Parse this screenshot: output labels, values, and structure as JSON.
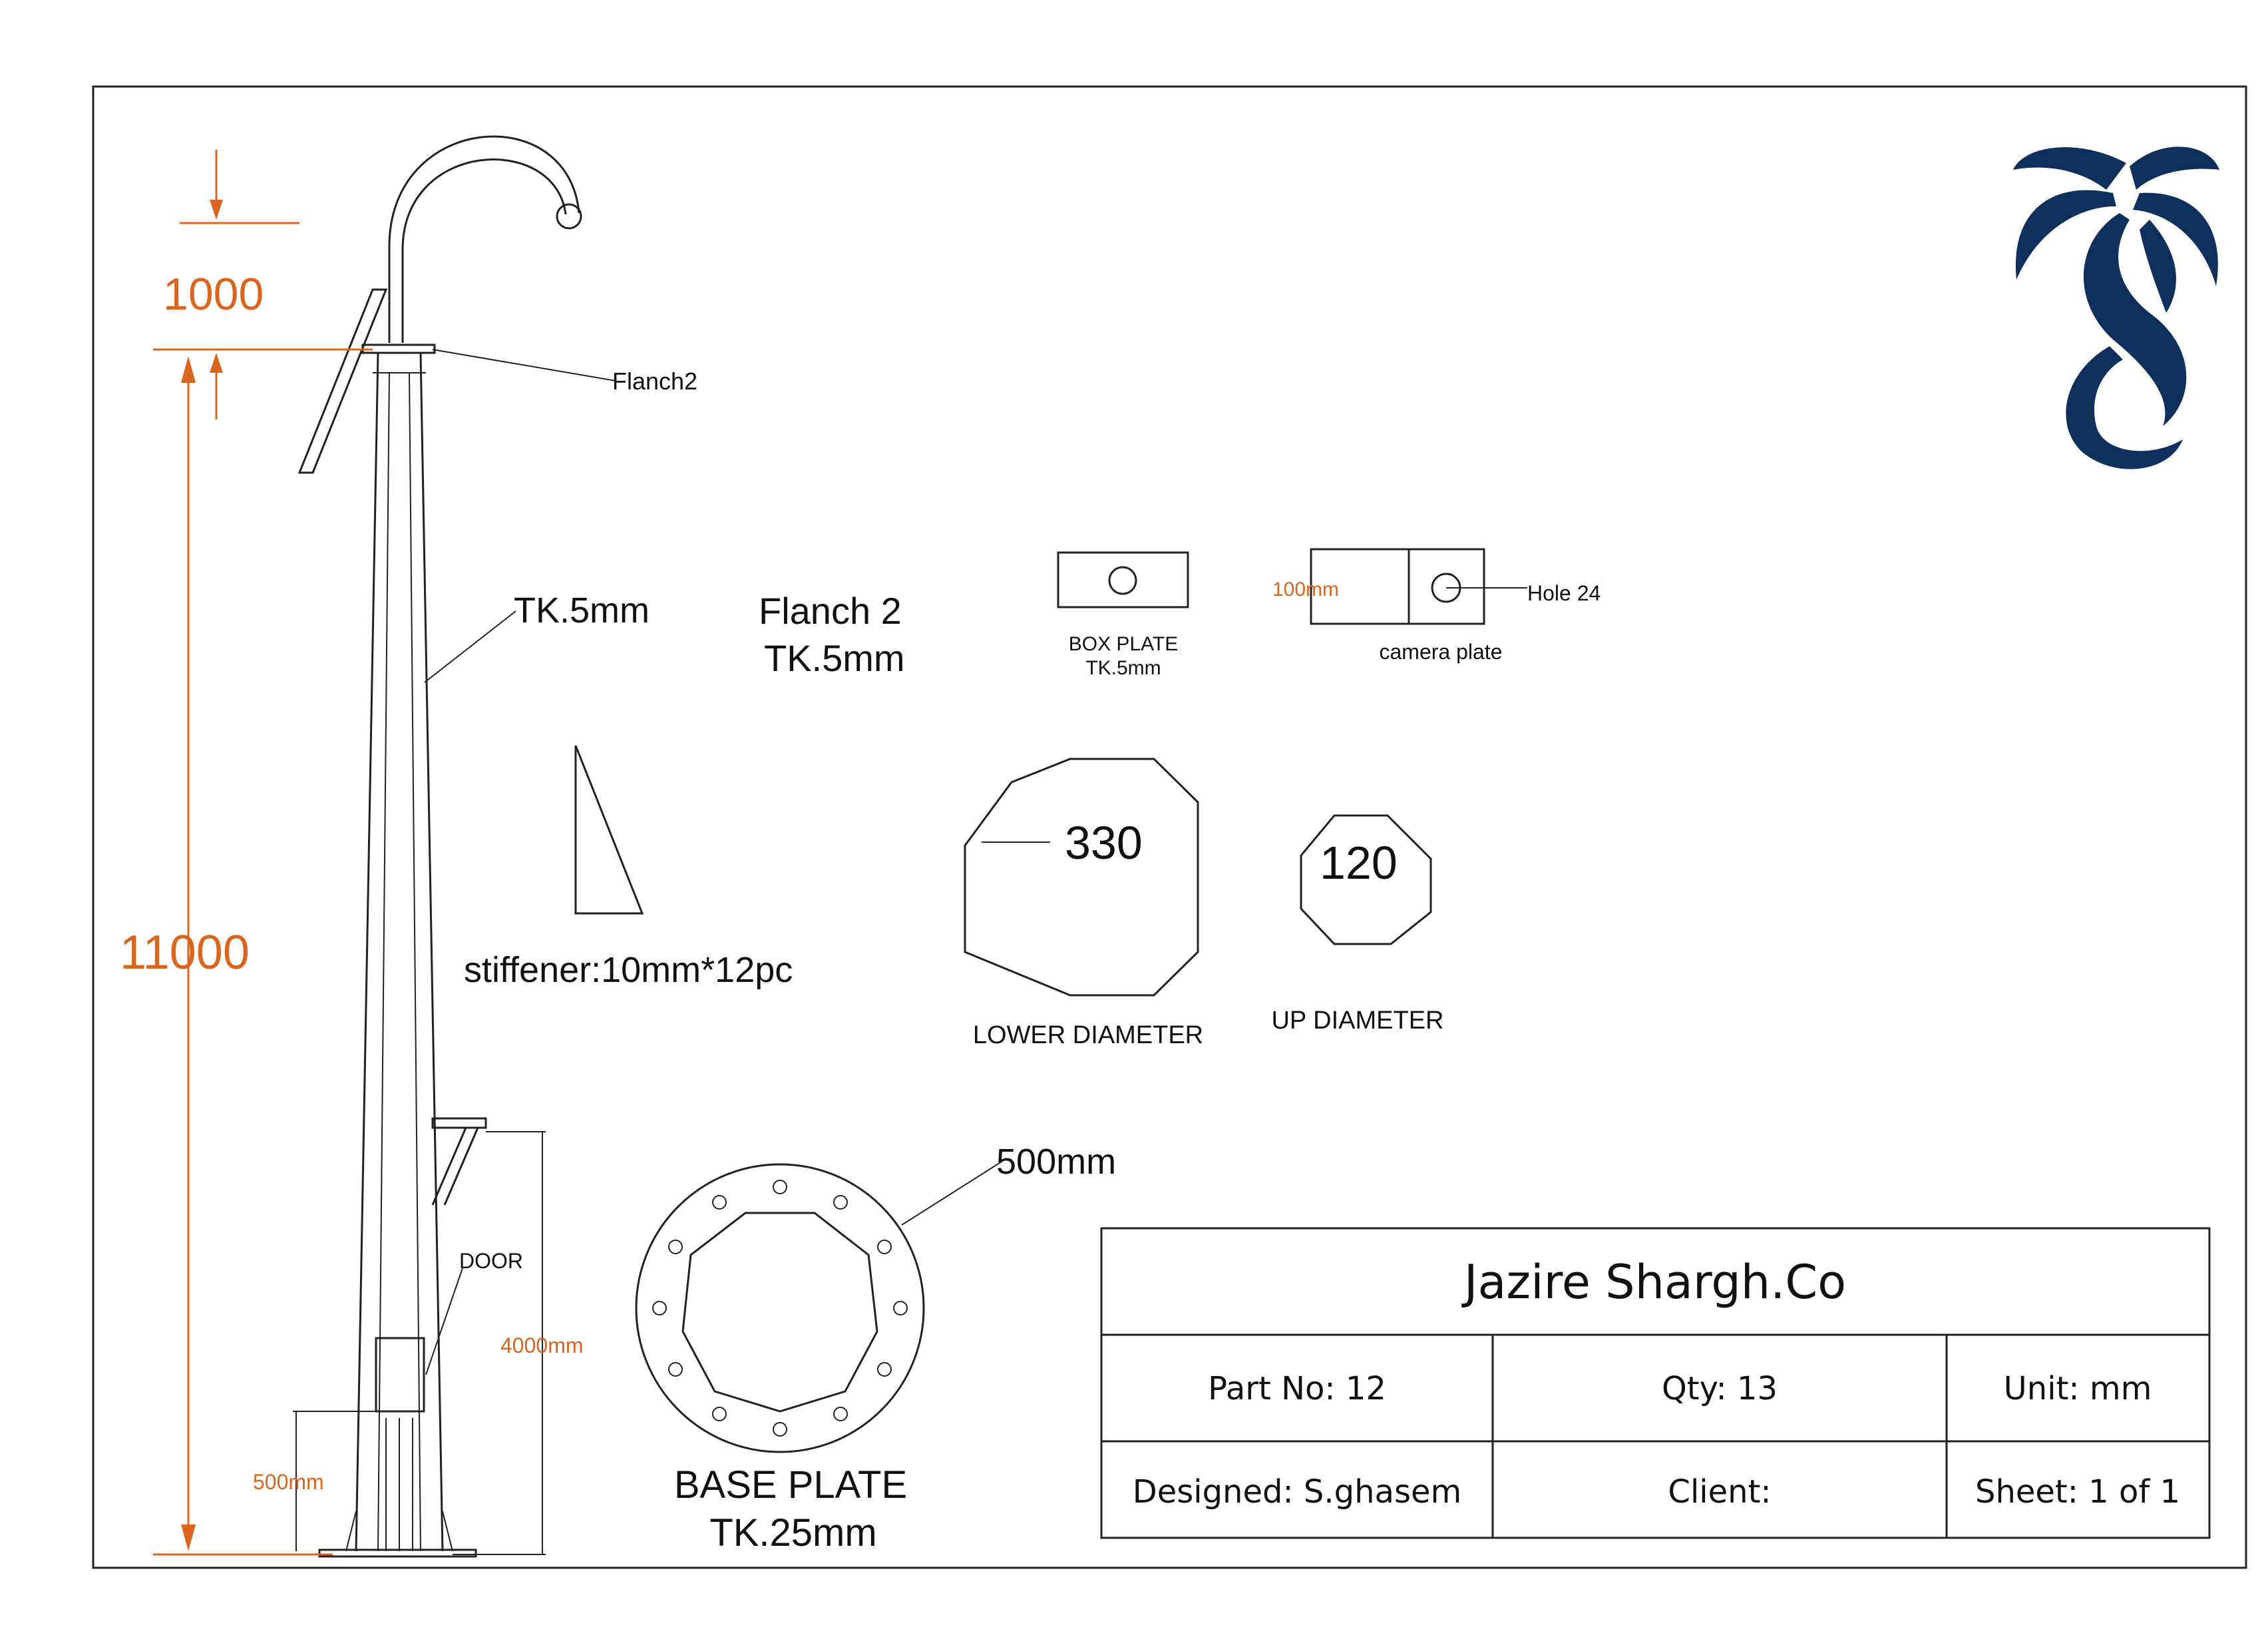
{
  "dimensions": {
    "top_height": "1000",
    "pole_height": "11000",
    "door_height": "4000mm",
    "base_height": "500mm",
    "box_width": "100mm"
  },
  "labels": {
    "flanch2_leader": "Flanch2",
    "pole_thickness": "TK.5mm",
    "flanch2_title": "Flanch 2",
    "flanch2_thickness": "TK.5mm",
    "stiffener": "stiffener:10mm*12pc",
    "door": "DOOR",
    "box_plate": "BOX PLATE",
    "box_plate_thickness": "TK.5mm",
    "camera_plate": "camera plate",
    "hole": "Hole 24",
    "lower_diameter_value": "330",
    "lower_diameter": "LOWER DIAMETER",
    "up_diameter_value": "120",
    "up_diameter": "UP DIAMETER",
    "base_plate_diameter": "500mm",
    "base_plate": "BASE PLATE",
    "base_plate_thickness": "TK.25mm"
  },
  "title_block": {
    "company": "Jazire Shargh.Co",
    "part_no": "Part No: 12",
    "qty": "Qty: 13",
    "unit": "Unit: mm",
    "designed": "Designed: S.ghasem",
    "client": "Client:",
    "sheet": "Sheet: 1 of 1"
  },
  "colors": {
    "dimension": "#d9651e",
    "logo": "#0f2f5c",
    "line": "#222222"
  },
  "icons": {
    "logo": "palm-s-logo-icon"
  }
}
